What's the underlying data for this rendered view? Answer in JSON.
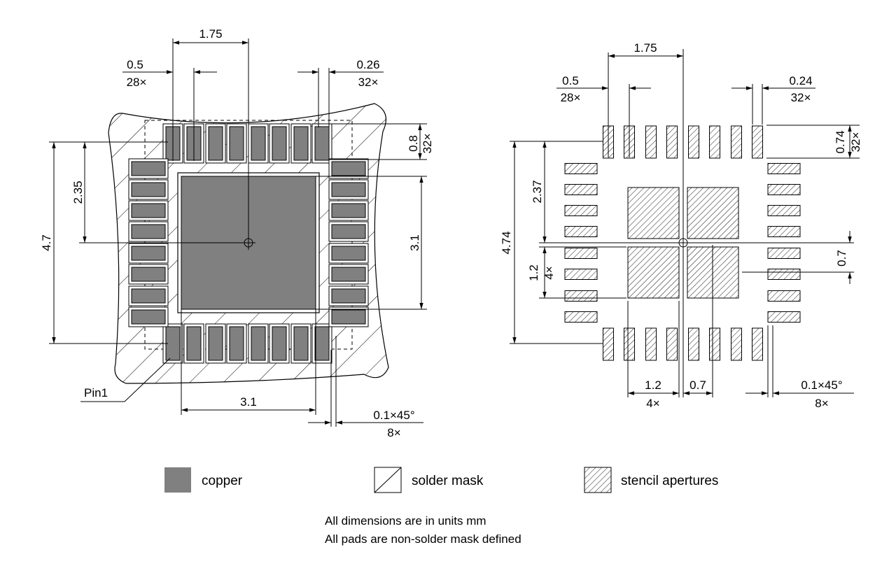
{
  "left_view": {
    "dim_pitch_label": "0.5",
    "dim_pitch_count": "28×",
    "dim_width_label": "0.26",
    "dim_width_count": "32×",
    "dim_center_label": "1.75",
    "dim_pad_len_label": "0.8",
    "dim_pad_len_count": "32×",
    "dim_half_label": "2.35",
    "dim_total_label": "4.7",
    "dim_ep_v_label": "3.1",
    "dim_ep_h_label": "3.1",
    "dim_chamfer_label": "0.1×45°",
    "dim_chamfer_count": "8×",
    "pin1_label": "Pin1"
  },
  "right_view": {
    "dim_pitch_label": "0.5",
    "dim_pitch_count": "28×",
    "dim_width_label": "0.24",
    "dim_width_count": "32×",
    "dim_center_label": "1.75",
    "dim_pad_len_label": "0.74",
    "dim_pad_len_count": "32×",
    "dim_half_label": "2.37",
    "dim_total_label": "4.74",
    "dim_aperture_label": "1.2",
    "dim_aperture_count": "4×",
    "dim_gap_label": "0.7",
    "dim_bottom_ap_label": "1.2",
    "dim_bottom_ap_count": "4×",
    "dim_bottom_gap_label": "0.7",
    "dim_chamfer_label": "0.1×45°",
    "dim_chamfer_count": "8×"
  },
  "legend": {
    "copper_label": "copper",
    "solder_mask_label": "solder mask",
    "stencil_label": "stencil apertures",
    "copper_color": "#808080"
  },
  "notes": {
    "line1": "All dimensions are in units mm",
    "line2": "All pads are non-solder mask defined"
  }
}
